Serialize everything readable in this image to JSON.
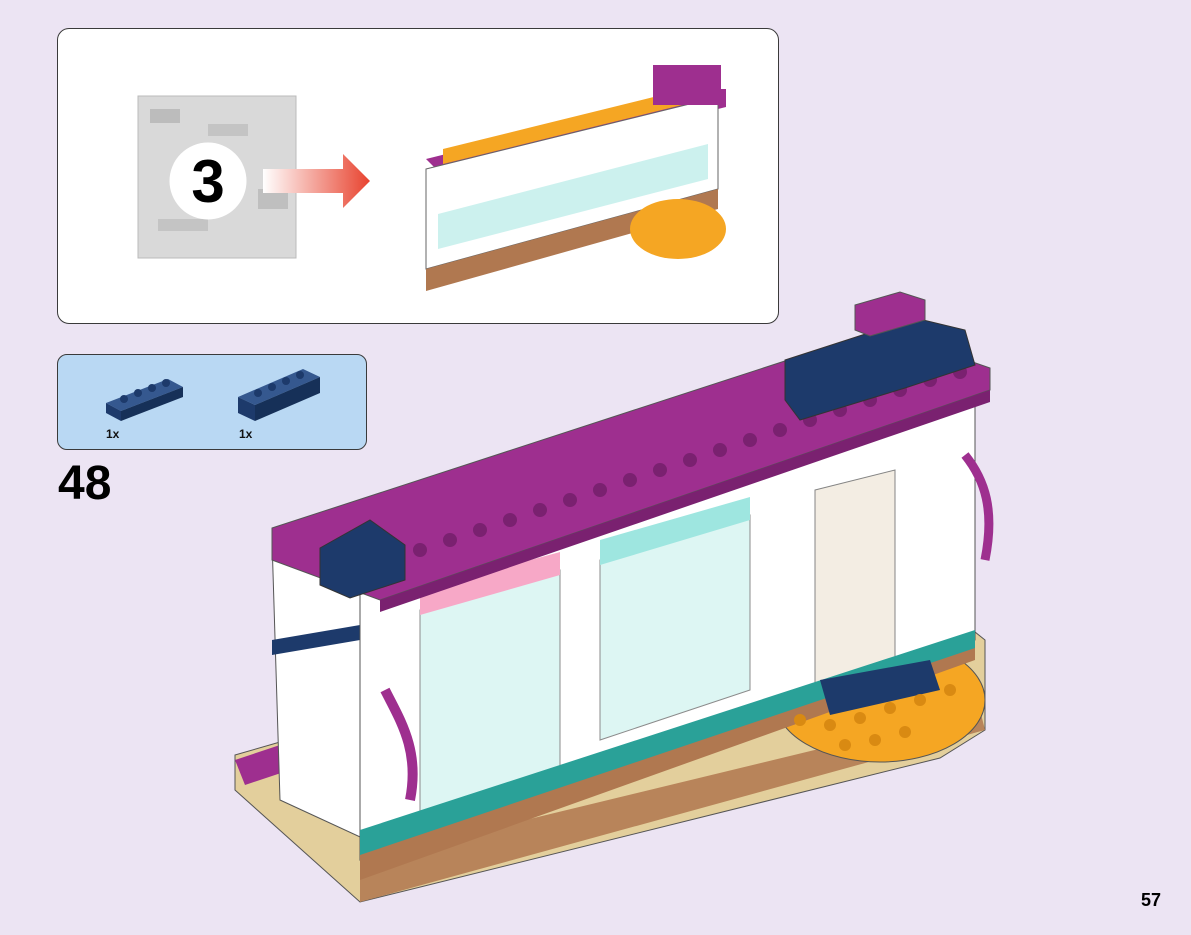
{
  "overview": {
    "bag_number": "3",
    "arrow_color": "#e8432f"
  },
  "parts_list": {
    "items": [
      {
        "name": "dark-blue-brick-1x4",
        "qty": "1x",
        "color": "#1d3a6b"
      },
      {
        "name": "dark-blue-brick-1x4",
        "qty": "1x",
        "color": "#1d3a6b"
      }
    ]
  },
  "step": {
    "number": "48"
  },
  "page": {
    "number": "57"
  },
  "colors": {
    "magenta": "#9e2f8f",
    "dark_blue": "#1d3a6b",
    "orange": "#f5a623",
    "tan": "#e3cf9c",
    "white": "#ffffff",
    "teal": "#2aa198"
  }
}
